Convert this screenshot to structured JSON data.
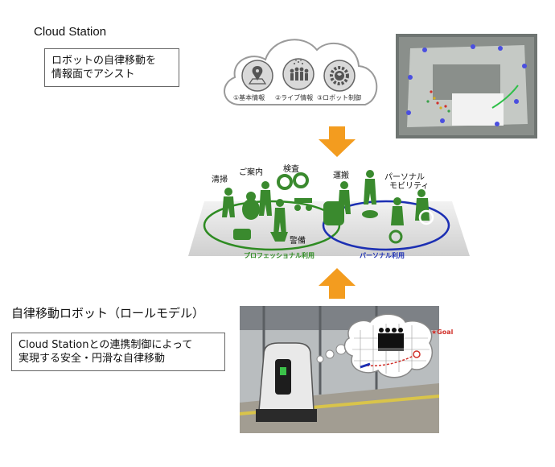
{
  "cloud_station": {
    "title": "Cloud Station",
    "description_line1": "ロボットの自律移動を",
    "description_line2": "情報面でアシスト",
    "icons": [
      {
        "label": "①基本情報",
        "icon": "map-pin-icon"
      },
      {
        "label": "②ライブ情報",
        "icon": "crowd-icon"
      },
      {
        "label": "③ロボット制御",
        "icon": "gear-brain-icon"
      }
    ]
  },
  "services": {
    "labels": {
      "cleaning": "清掃",
      "guidance": "ご案内",
      "inspection": "検査",
      "transport": "運搬",
      "personal_mobility_line1": "パーソナル",
      "personal_mobility_line2": "モビリティ",
      "security": "警備"
    },
    "zones": {
      "professional": "プロフェッショナル利用",
      "personal": "パーソナル利用"
    }
  },
  "robot": {
    "title": "自律移動ロボット（ロールモデル）",
    "description_line1": "Cloud Stationとの連携制御によって",
    "description_line2": "実現する安全・円滑な自律移動",
    "goal_label": "★Goal"
  },
  "colors": {
    "arrow": "#f39c1f",
    "professional_zone": "#2e8b22",
    "personal_zone": "#1c2fb3",
    "figures": "#3a8a2e"
  }
}
